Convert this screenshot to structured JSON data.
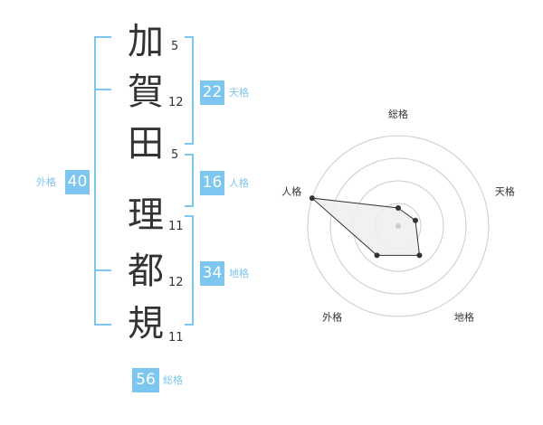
{
  "name": {
    "characters": [
      {
        "char": "加",
        "strokes": "5"
      },
      {
        "char": "賀",
        "strokes": "12"
      },
      {
        "char": "田",
        "strokes": "5"
      },
      {
        "char": "理",
        "strokes": "11"
      },
      {
        "char": "都",
        "strokes": "12"
      },
      {
        "char": "規",
        "strokes": "11"
      }
    ]
  },
  "kakusu": {
    "tenkaku": {
      "value": "22",
      "label": "天格"
    },
    "jinkaku": {
      "value": "16",
      "label": "人格"
    },
    "chikaku": {
      "value": "34",
      "label": "地格"
    },
    "gaikaku": {
      "value": "40",
      "label": "外格"
    },
    "soukaku": {
      "value": "56",
      "label": "総格"
    }
  },
  "chart_data": {
    "type": "radar",
    "axes": [
      "総格",
      "天格",
      "地格",
      "外格",
      "人格"
    ],
    "values": [
      1,
      1,
      2,
      2,
      5
    ],
    "rmax": 5,
    "rings": 4,
    "colors": {
      "fill": "#eeeeee",
      "line": "#333333",
      "ring": "#cccccc",
      "center": "#cccccc"
    }
  }
}
